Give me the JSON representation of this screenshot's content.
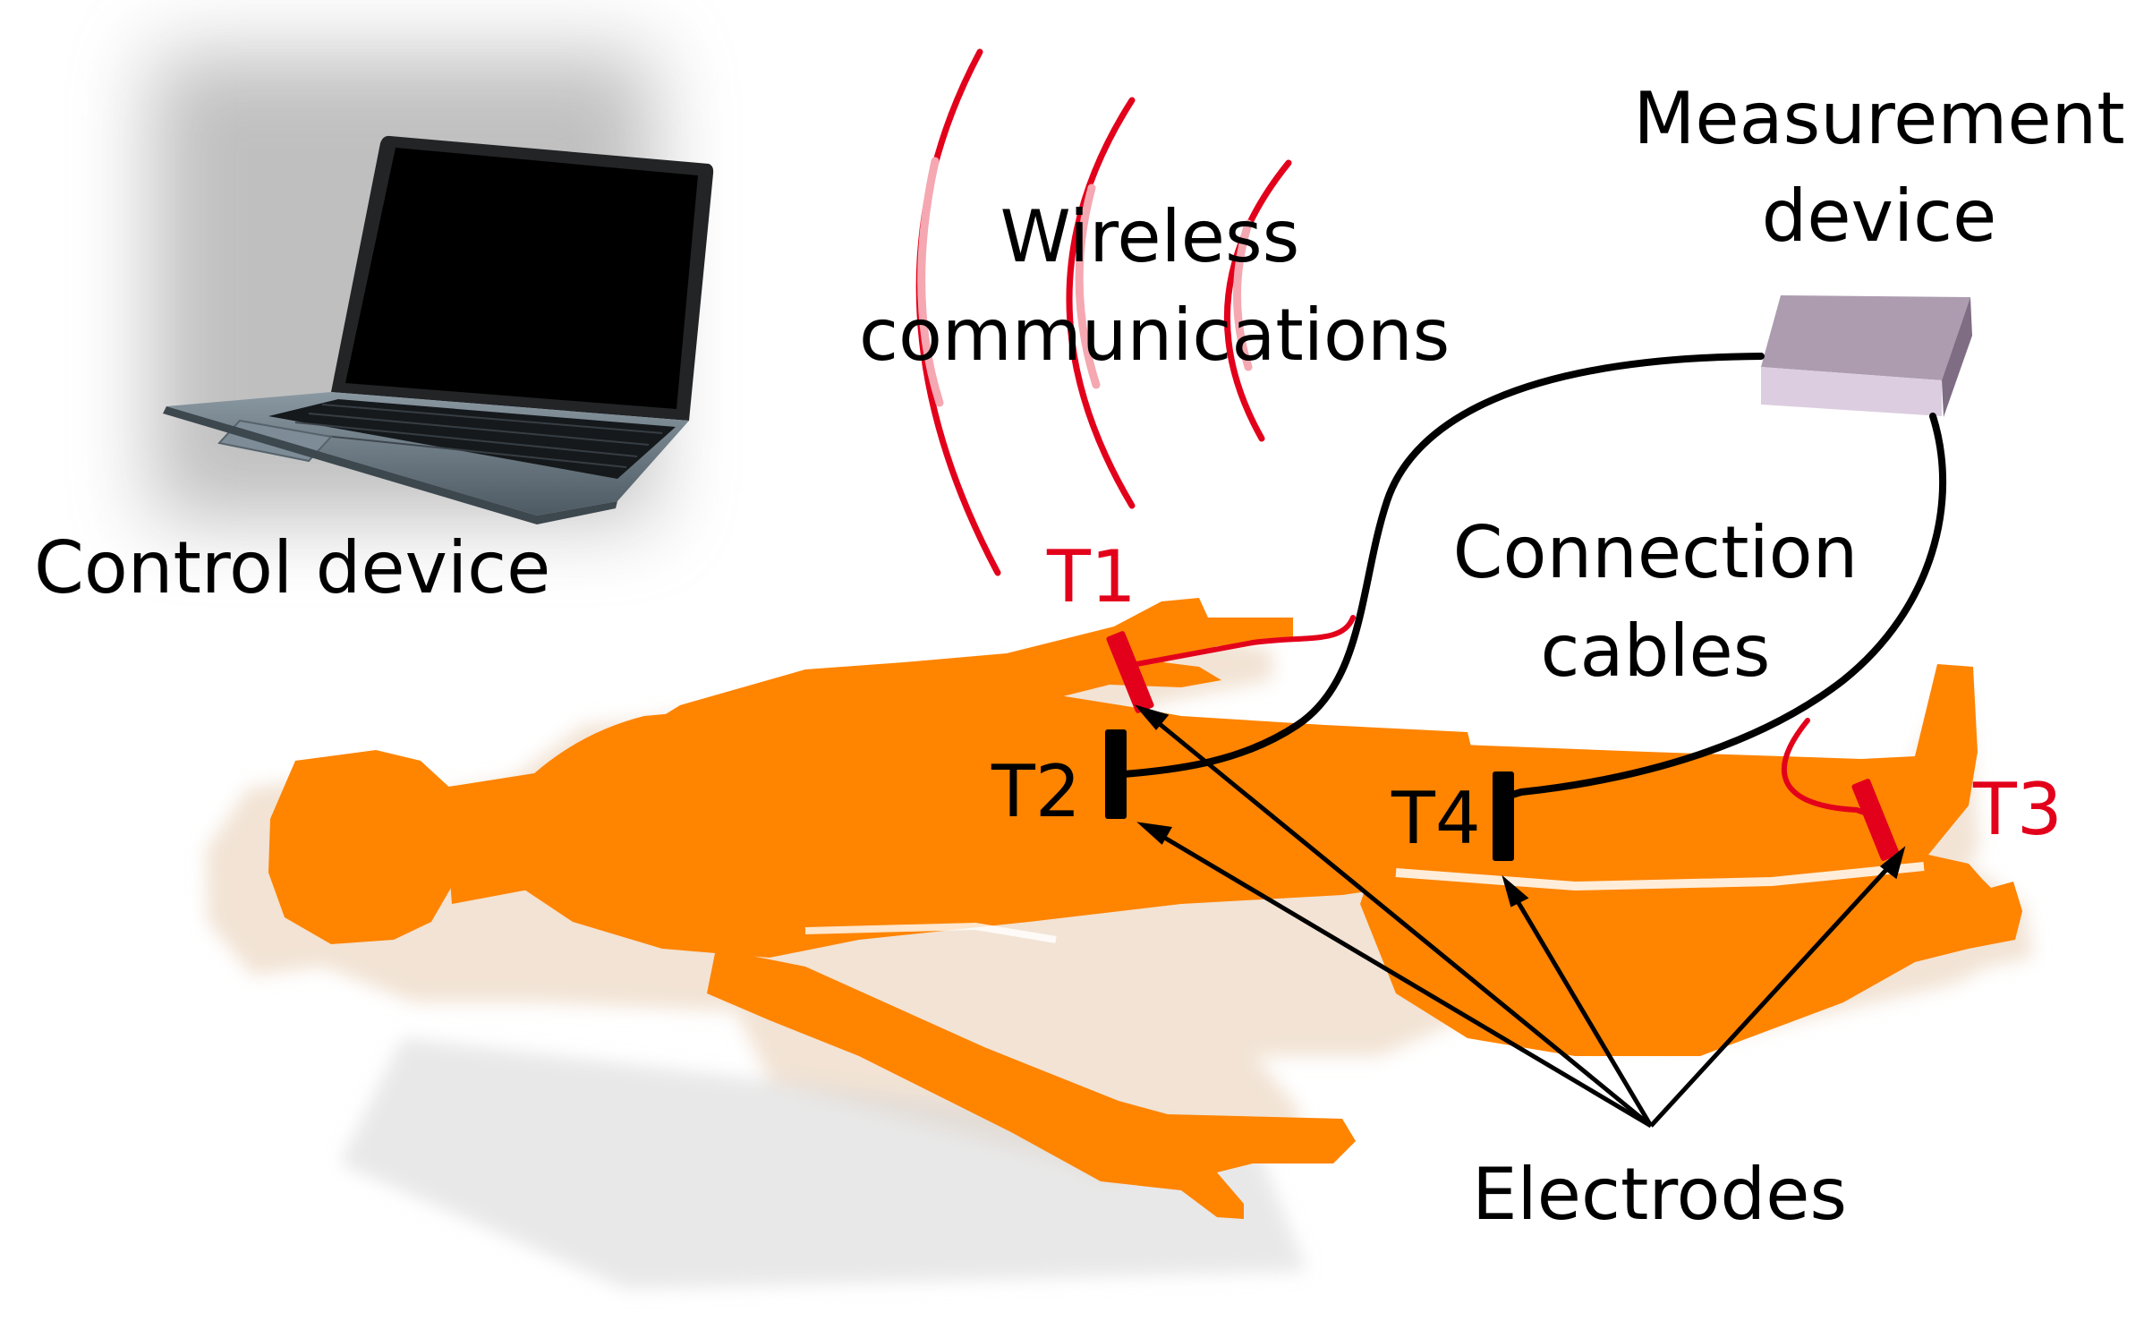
{
  "labels": {
    "control_device": "Control device",
    "wireless_line1": "Wireless",
    "wireless_line2": "communications",
    "measurement_line1": "Measurement",
    "measurement_line2": "device",
    "connection_line1": "Connection",
    "connection_line2": "cables",
    "electrodes": "Electrodes",
    "t1": "T1",
    "t2": "T2",
    "t3": "T3",
    "t4": "T4"
  },
  "colors": {
    "body": "#ff8400",
    "body_shadow": "#f2e3d4",
    "accent_red": "#e3001b",
    "cable_black": "#000000",
    "device_box": "#c7b6cc",
    "laptop_screen": "#000000",
    "laptop_body": "#6e7f8a"
  },
  "icons": {
    "control_device": "laptop-icon",
    "measurement_device": "device-box-icon",
    "wireless": "wireless-waves-icon"
  }
}
